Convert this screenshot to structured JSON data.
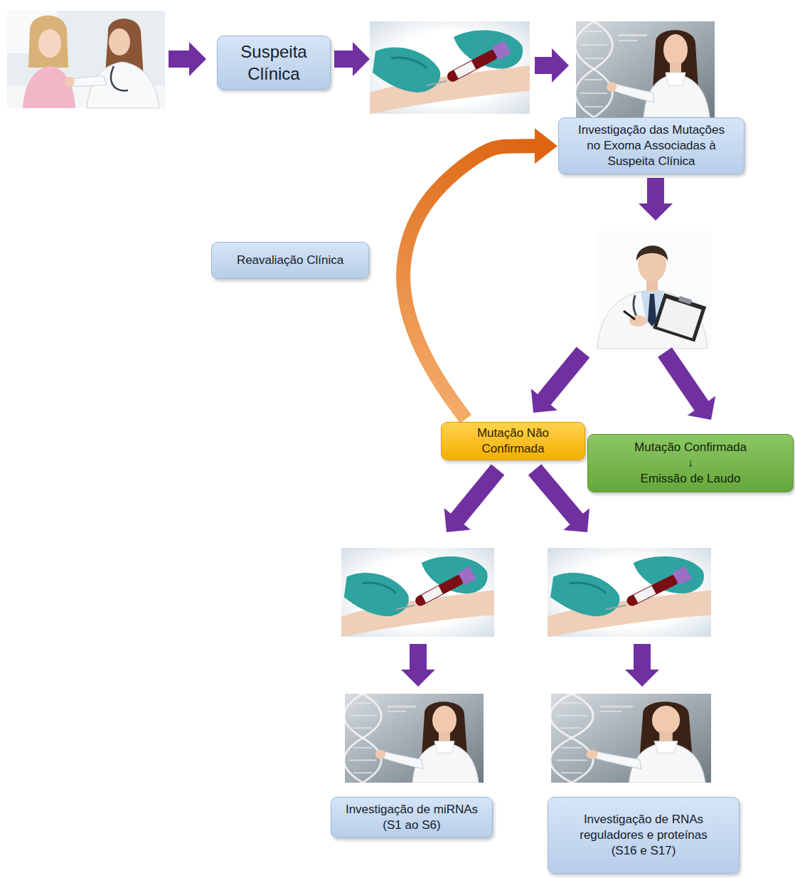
{
  "diagram": {
    "nodes": [
      {
        "text": [
          "Suspeita Clínica"
        ]
      },
      {
        "text": [
          "Investigação das Mutações no Exoma Associadas à Suspeita Clínica"
        ]
      },
      {
        "text": [
          "Reavaliação Clínica"
        ]
      },
      {
        "text": [
          "Mutação Não Confirmada"
        ]
      },
      {
        "text": [
          "Mutação Confirmada",
          "↓",
          "Emissão de Laudo"
        ]
      },
      {
        "text": [
          "Investigação de miRNAs (S1 ao S6)"
        ]
      },
      {
        "text": [
          "Investigação de RNAs reguladores e proteínas (S16 e S17)"
        ]
      }
    ],
    "edges": [
      {
        "from": 3,
        "to": 1,
        "arrow": "to"
      }
    ]
  }
}
